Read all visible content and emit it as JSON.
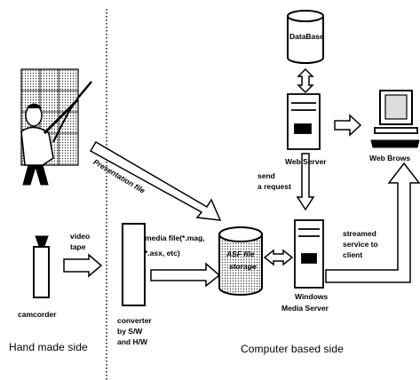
{
  "labels": {
    "database": "DataBase",
    "web_server": "Web Server",
    "web_browser": "Web Brows",
    "presentation_file": "Presentation file",
    "send_request_1": "send",
    "send_request_2": "a request",
    "video_tape_1": "video",
    "video_tape_2": "tape",
    "media_file_1": "media file(*.mag,",
    "media_file_2": "*.asx, etc)",
    "asf_storage_1": "ASF file",
    "asf_storage_2": "storage",
    "streamed_1": "streamed",
    "streamed_2": "service to",
    "streamed_3": "client",
    "camcorder": "camcorder",
    "wms_1": "Windows",
    "wms_2": "Media Server",
    "converter_1": "converter",
    "converter_2": "by S/W",
    "converter_3": "and H/W",
    "hand_made_side": "Hand made side",
    "computer_based_side": "Computer based side"
  }
}
